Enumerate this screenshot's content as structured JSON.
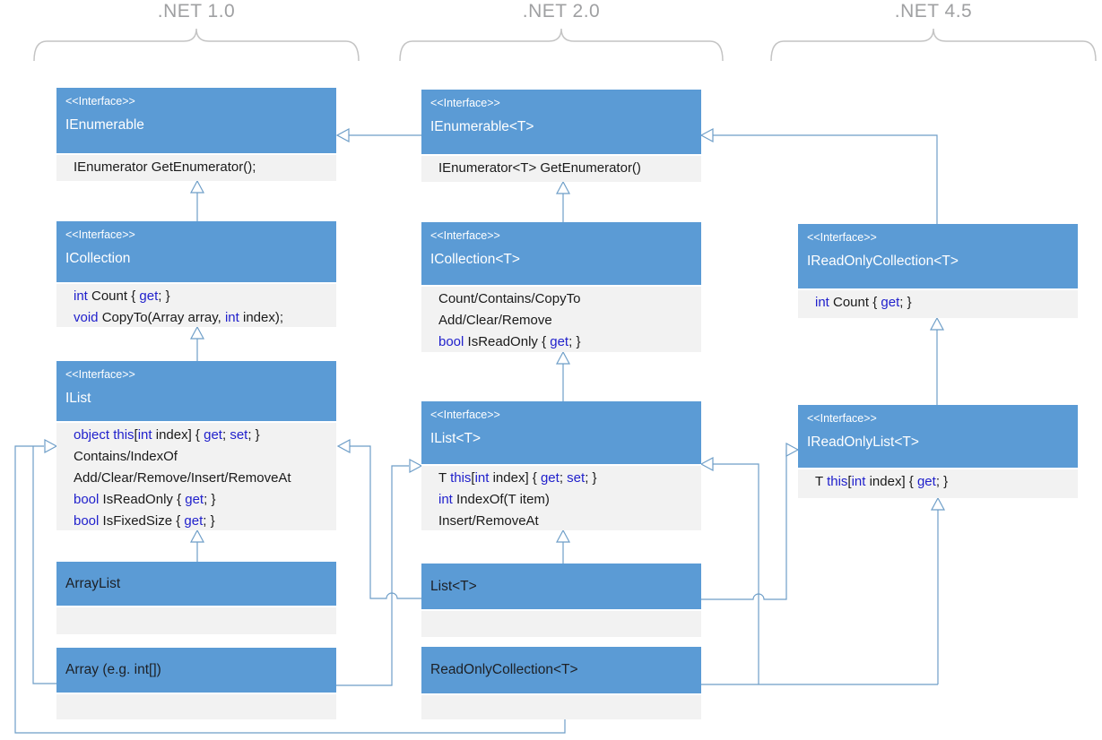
{
  "version_labels": [
    ".NET 1.0",
    ".NET 2.0",
    ".NET 4.5"
  ],
  "colors": {
    "header_blue": "#5B9BD5",
    "body_gray": "#F2F2F2",
    "keyword_blue": "#2121CC",
    "connector_blue": "#6E9EC8",
    "brace_gray": "#C4C4C4",
    "version_label_gray": "#9FA0A2",
    "interface_header_text": "#FFFFFF",
    "class_header_text": "#1D2025"
  },
  "boxes": [
    {
      "id": "ienumerable",
      "kind": "interface",
      "stereotype": "<<Interface>>",
      "name": "IEnumerable",
      "members": [
        [
          {
            "t": "IEnumerator GetEnumerator();",
            "kw": false
          }
        ]
      ]
    },
    {
      "id": "icollection",
      "kind": "interface",
      "stereotype": "<<Interface>>",
      "name": "ICollection",
      "members": [
        [
          {
            "t": "int",
            "kw": true
          },
          {
            "t": " Count { ",
            "kw": false
          },
          {
            "t": "get",
            "kw": true
          },
          {
            "t": "; }",
            "kw": false
          }
        ],
        [
          {
            "t": "void",
            "kw": true
          },
          {
            "t": " CopyTo(Array array, ",
            "kw": false
          },
          {
            "t": "int",
            "kw": true
          },
          {
            "t": " index);",
            "kw": false
          }
        ]
      ]
    },
    {
      "id": "ilist",
      "kind": "interface",
      "stereotype": "<<Interface>>",
      "name": "IList",
      "members": [
        [
          {
            "t": "object",
            "kw": true
          },
          {
            "t": " ",
            "kw": false
          },
          {
            "t": "this",
            "kw": true
          },
          {
            "t": "[",
            "kw": false
          },
          {
            "t": "int",
            "kw": true
          },
          {
            "t": " index] { ",
            "kw": false
          },
          {
            "t": "get",
            "kw": true
          },
          {
            "t": "; ",
            "kw": false
          },
          {
            "t": "set",
            "kw": true
          },
          {
            "t": "; }",
            "kw": false
          }
        ],
        [
          {
            "t": "Contains/IndexOf",
            "kw": false
          }
        ],
        [
          {
            "t": "Add/Clear/Remove/Insert/RemoveAt",
            "kw": false
          }
        ],
        [
          {
            "t": "bool",
            "kw": true
          },
          {
            "t": " IsReadOnly { ",
            "kw": false
          },
          {
            "t": "get",
            "kw": true
          },
          {
            "t": "; }",
            "kw": false
          }
        ],
        [
          {
            "t": "bool",
            "kw": true
          },
          {
            "t": " IsFixedSize { ",
            "kw": false
          },
          {
            "t": "get",
            "kw": true
          },
          {
            "t": "; }",
            "kw": false
          }
        ]
      ]
    },
    {
      "id": "arraylist",
      "kind": "class",
      "stereotype": null,
      "name": "ArrayList",
      "members": []
    },
    {
      "id": "array",
      "kind": "class",
      "stereotype": null,
      "name": "Array (e.g. int[])",
      "members": []
    },
    {
      "id": "ienumerable_t",
      "kind": "interface",
      "stereotype": "<<Interface>>",
      "name": "IEnumerable<T>",
      "members": [
        [
          {
            "t": "IEnumerator<T> GetEnumerator()",
            "kw": false
          }
        ]
      ]
    },
    {
      "id": "icollection_t",
      "kind": "interface",
      "stereotype": "<<Interface>>",
      "name": "ICollection<T>",
      "members": [
        [
          {
            "t": "Count/Contains/CopyTo",
            "kw": false
          }
        ],
        [
          {
            "t": "Add/Clear/Remove",
            "kw": false
          }
        ],
        [
          {
            "t": "bool",
            "kw": true
          },
          {
            "t": " IsReadOnly { ",
            "kw": false
          },
          {
            "t": "get",
            "kw": true
          },
          {
            "t": "; }",
            "kw": false
          }
        ]
      ]
    },
    {
      "id": "ilist_t",
      "kind": "interface",
      "stereotype": "<<Interface>>",
      "name": "IList<T>",
      "members": [
        [
          {
            "t": "T ",
            "kw": false
          },
          {
            "t": "this",
            "kw": true
          },
          {
            "t": "[",
            "kw": false
          },
          {
            "t": "int",
            "kw": true
          },
          {
            "t": " index] { ",
            "kw": false
          },
          {
            "t": "get",
            "kw": true
          },
          {
            "t": "; ",
            "kw": false
          },
          {
            "t": "set",
            "kw": true
          },
          {
            "t": "; }",
            "kw": false
          }
        ],
        [
          {
            "t": "int",
            "kw": true
          },
          {
            "t": " IndexOf(T item)",
            "kw": false
          }
        ],
        [
          {
            "t": "Insert/RemoveAt",
            "kw": false
          }
        ]
      ]
    },
    {
      "id": "list_t",
      "kind": "class",
      "stereotype": null,
      "name": "List<T>",
      "members": []
    },
    {
      "id": "readonlycollection_t",
      "kind": "class",
      "stereotype": null,
      "name": "ReadOnlyCollection<T>",
      "members": []
    },
    {
      "id": "ireadonlycollection_t",
      "kind": "interface",
      "stereotype": "<<Interface>>",
      "name": "IReadOnlyCollection<T>",
      "members": [
        [
          {
            "t": "int",
            "kw": true
          },
          {
            "t": " Count { ",
            "kw": false
          },
          {
            "t": "get",
            "kw": true
          },
          {
            "t": "; }",
            "kw": false
          }
        ]
      ]
    },
    {
      "id": "ireadonlylist_t",
      "kind": "interface",
      "stereotype": "<<Interface>>",
      "name": "IReadOnlyList<T>",
      "members": [
        [
          {
            "t": "T ",
            "kw": false
          },
          {
            "t": "this",
            "kw": true
          },
          {
            "t": "[",
            "kw": false
          },
          {
            "t": "int",
            "kw": true
          },
          {
            "t": " index] { ",
            "kw": false
          },
          {
            "t": "get",
            "kw": true
          },
          {
            "t": "; }",
            "kw": false
          }
        ]
      ]
    }
  ],
  "relations": [
    {
      "from": "ICollection",
      "to": "IEnumerable"
    },
    {
      "from": "IList",
      "to": "ICollection"
    },
    {
      "from": "ArrayList",
      "to": "IList"
    },
    {
      "from": "Array",
      "to": "IList"
    },
    {
      "from": "Array",
      "to": "IList<T>"
    },
    {
      "from": "IEnumerable<T>",
      "to": "IEnumerable"
    },
    {
      "from": "ICollection<T>",
      "to": "IEnumerable<T>"
    },
    {
      "from": "IList<T>",
      "to": "ICollection<T>"
    },
    {
      "from": "List<T>",
      "to": "IList<T>"
    },
    {
      "from": "List<T>",
      "to": "IList"
    },
    {
      "from": "List<T>",
      "to": "IReadOnlyList<T>"
    },
    {
      "from": "ReadOnlyCollection<T>",
      "to": "IList"
    },
    {
      "from": "ReadOnlyCollection<T>",
      "to": "IList<T>"
    },
    {
      "from": "ReadOnlyCollection<T>",
      "to": "IReadOnlyList<T>"
    },
    {
      "from": "IReadOnlyCollection<T>",
      "to": "IEnumerable<T>"
    },
    {
      "from": "IReadOnlyList<T>",
      "to": "IReadOnlyCollection<T>"
    }
  ]
}
